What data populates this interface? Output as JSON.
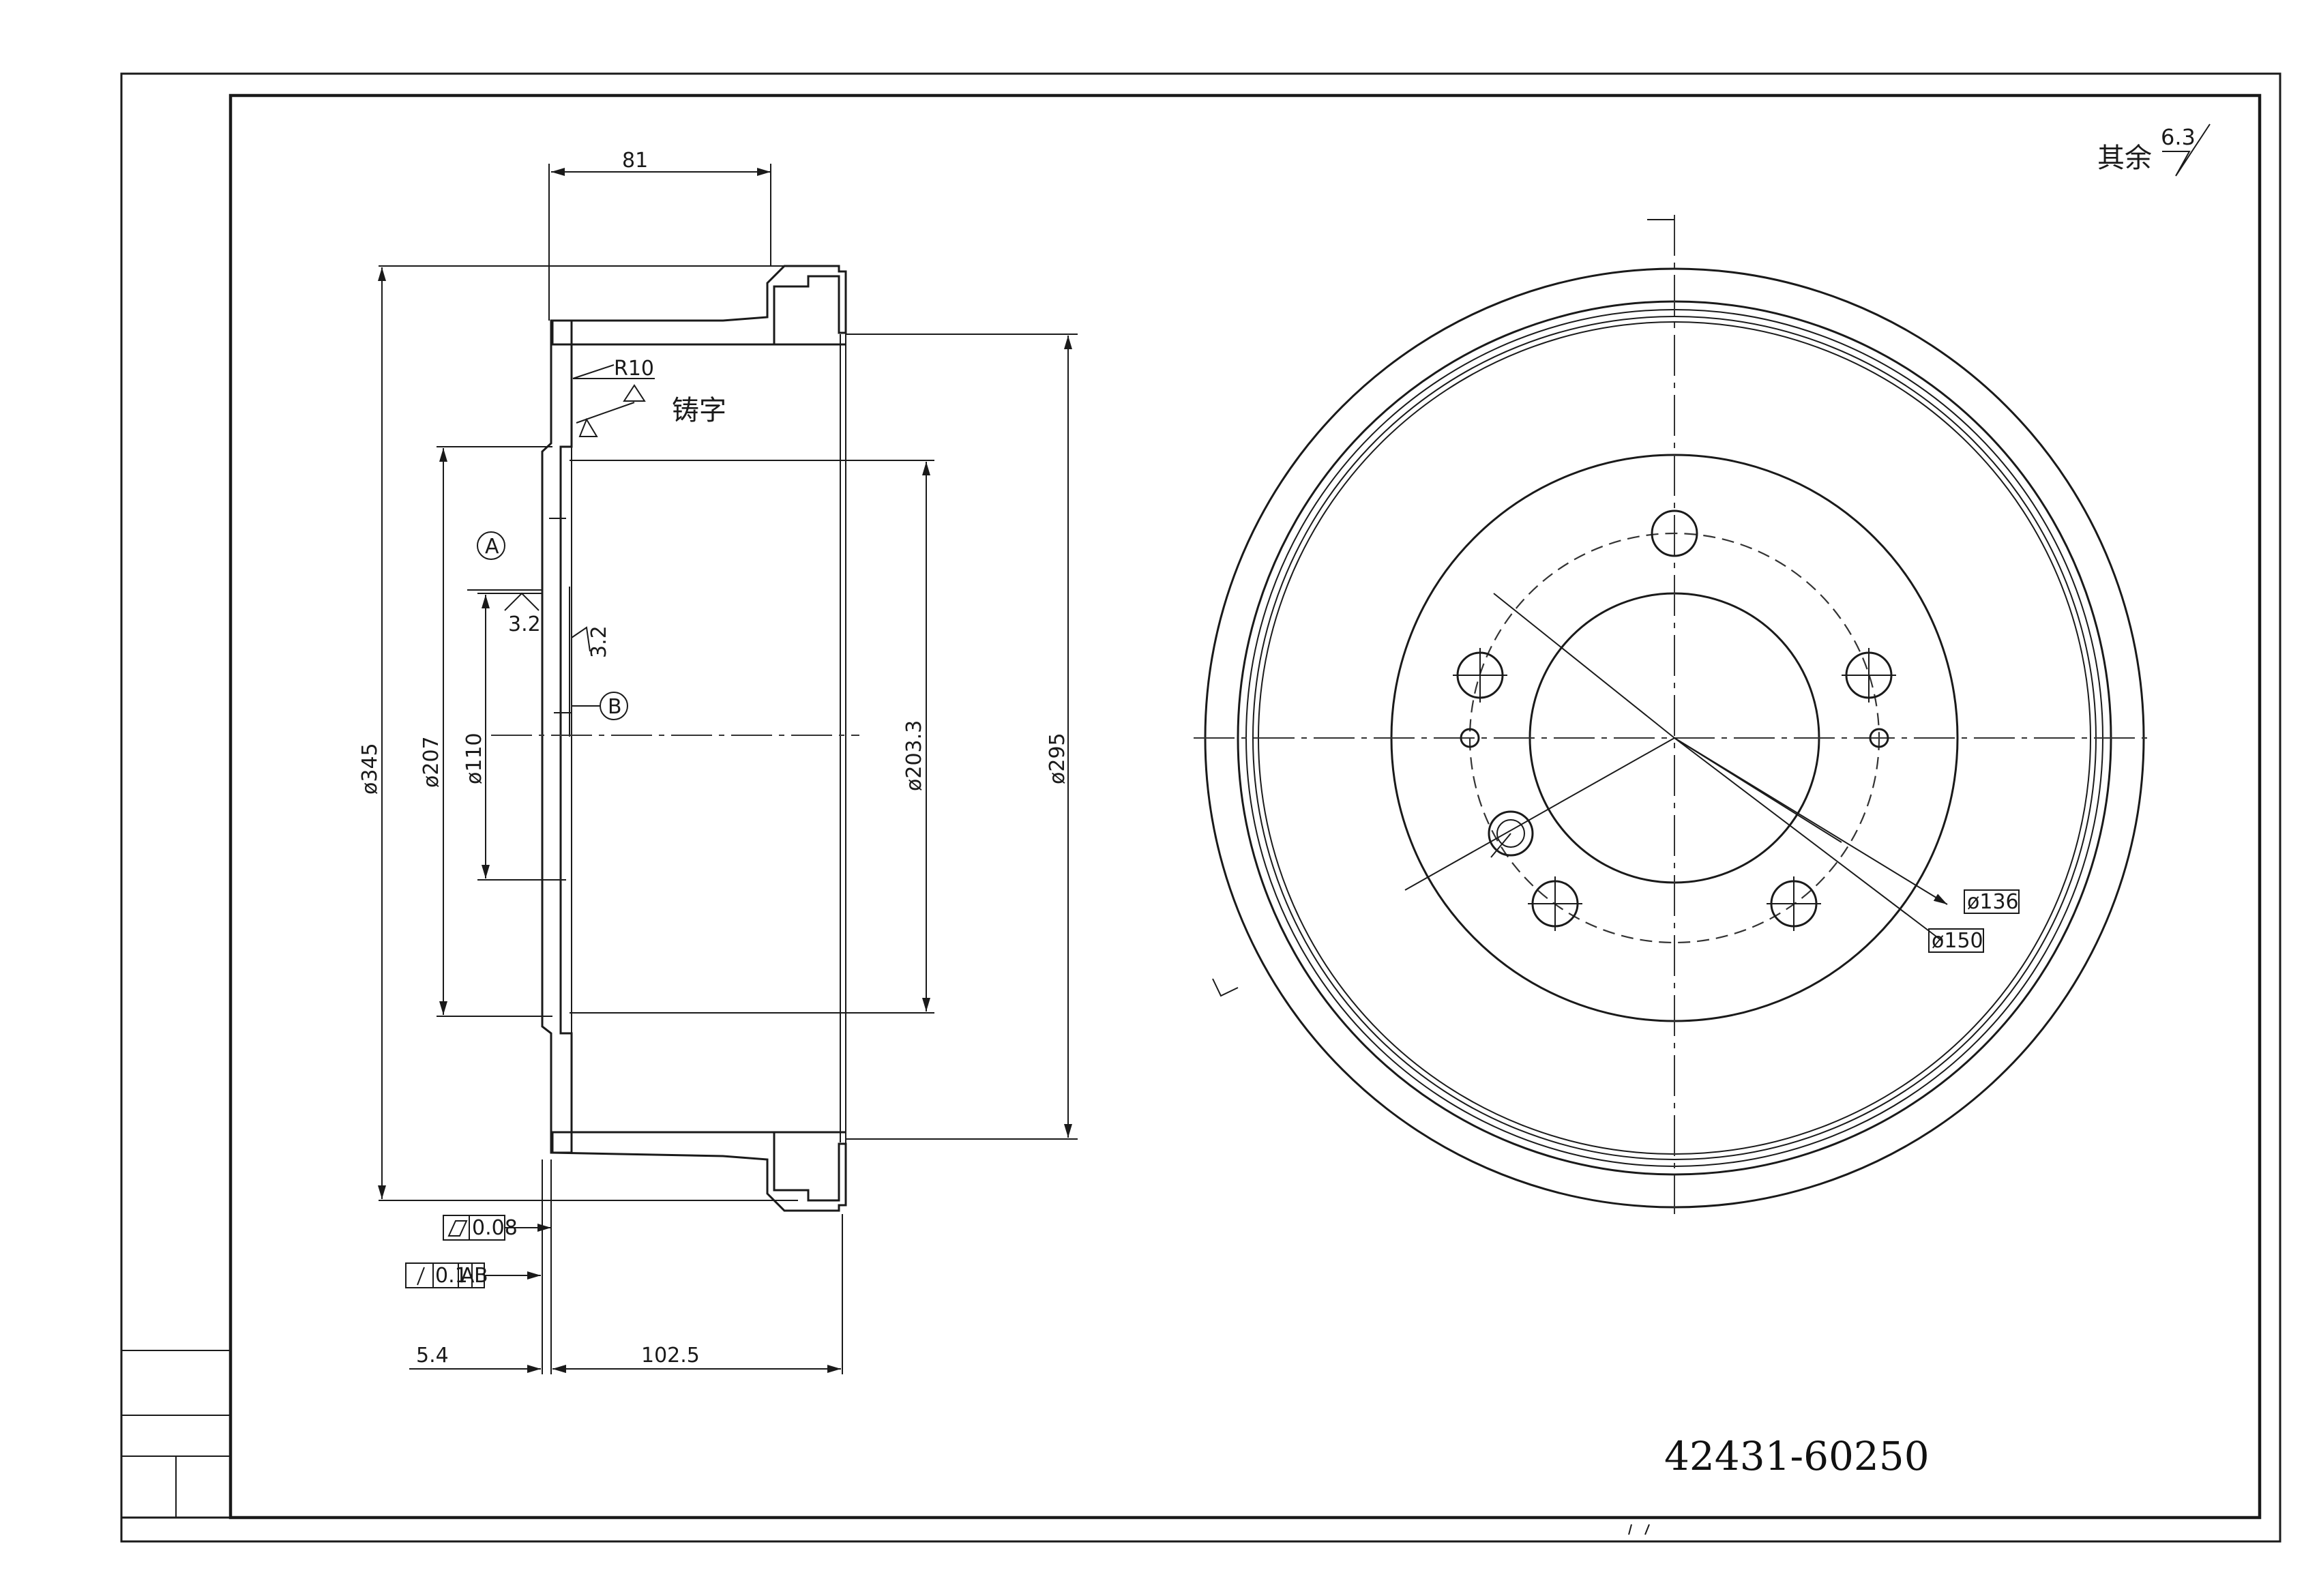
{
  "title_block": {
    "part_number": "42431-60250"
  },
  "surface_finish_note": {
    "prefix": "其余",
    "value": "6.3"
  },
  "section_view": {
    "dims": {
      "width_top": "81",
      "dia_345": "ø345",
      "dia_207": "ø207",
      "dia_110": "ø110",
      "dia_203": "ø203.3",
      "dia_295": "ø295",
      "offset": "5.4",
      "depth": "102.5",
      "radius": "R10"
    },
    "finish": {
      "datum_face": "3.2",
      "inner_face": "3.2"
    },
    "datums": {
      "a": "A",
      "b": "B"
    },
    "cast_text_note": "铸字",
    "tolerances": {
      "flatness_value": "0.08",
      "runout_value": "0.1",
      "runout_datum_a": "A",
      "runout_datum_b": "B"
    }
  },
  "front_view": {
    "dims": {
      "pcd_136": "ø136",
      "pcd_150": "ø150"
    }
  },
  "colors": {
    "line": "#1a1a1a",
    "paper": "#ffffff"
  }
}
